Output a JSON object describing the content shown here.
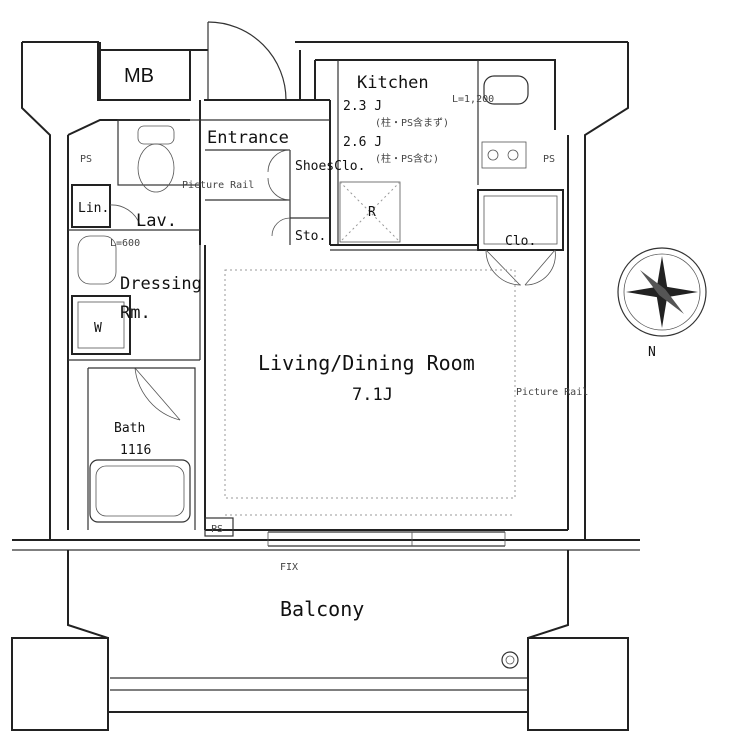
{
  "labels": {
    "mb": "MB",
    "entrance": "Entrance",
    "kitchen": "Kitchen",
    "kitchen_size_1": "2.3 J",
    "kitchen_note_1": "(柱・PS含まず)",
    "kitchen_size_2": "2.6 J",
    "kitchen_note_2": "(柱・PS含む)",
    "counter_length": "L=1,200",
    "shoes_closet": "ShoesClo.",
    "storage": "Sto.",
    "refrigerator": "R",
    "closet": "Clo.",
    "lavatory": "Lav.",
    "linen": "Lin.",
    "vanity_length": "L=600",
    "dressing_1": "Dressing",
    "dressing_2": "Rm.",
    "washer": "W",
    "living": "Living/Dining Room",
    "living_size": "7.1J",
    "picture_rail_1": "Picture Rail",
    "picture_rail_2": "Picture Rail",
    "bath": "Bath",
    "bath_size": "1116",
    "ps_1": "PS",
    "ps_2": "PS",
    "ps_3": "PS",
    "fix": "FIX",
    "balcony": "Balcony",
    "compass_north": "N"
  },
  "colors": {
    "wall": "#222222",
    "background": "#ffffff",
    "rail": "#999999"
  }
}
